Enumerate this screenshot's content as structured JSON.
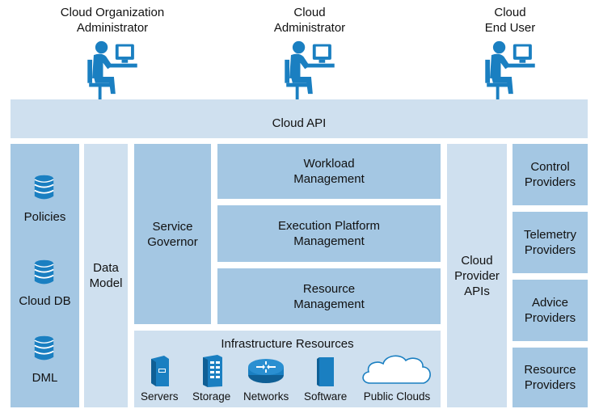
{
  "users": [
    {
      "label": "Cloud Organization\nAdministrator"
    },
    {
      "label": "Cloud\nAdministrator"
    },
    {
      "label": "Cloud\nEnd User"
    }
  ],
  "cloud_api": "Cloud API",
  "left_panel": {
    "items": [
      "Policies",
      "Cloud DB",
      "DML"
    ]
  },
  "data_model": "Data\nModel",
  "service_governor": "Service\nGovernor",
  "workload_management": "Workload\nManagement",
  "execution_platform_management": "Execution Platform\nManagement",
  "resource_management": "Resource\nManagement",
  "infrastructure": {
    "title": "Infrastructure Resources",
    "items": [
      "Servers",
      "Storage",
      "Networks",
      "Software",
      "Public Clouds"
    ]
  },
  "cloud_provider_apis": "Cloud\nProvider\nAPIs",
  "providers": [
    "Control\nProviders",
    "Telemetry\nProviders",
    "Advice\nProviders",
    "Resource\nProviders"
  ],
  "colors": {
    "light_box": "#cfe0ef",
    "dark_box": "#a4c7e3",
    "figure": "#1a7fc1"
  }
}
